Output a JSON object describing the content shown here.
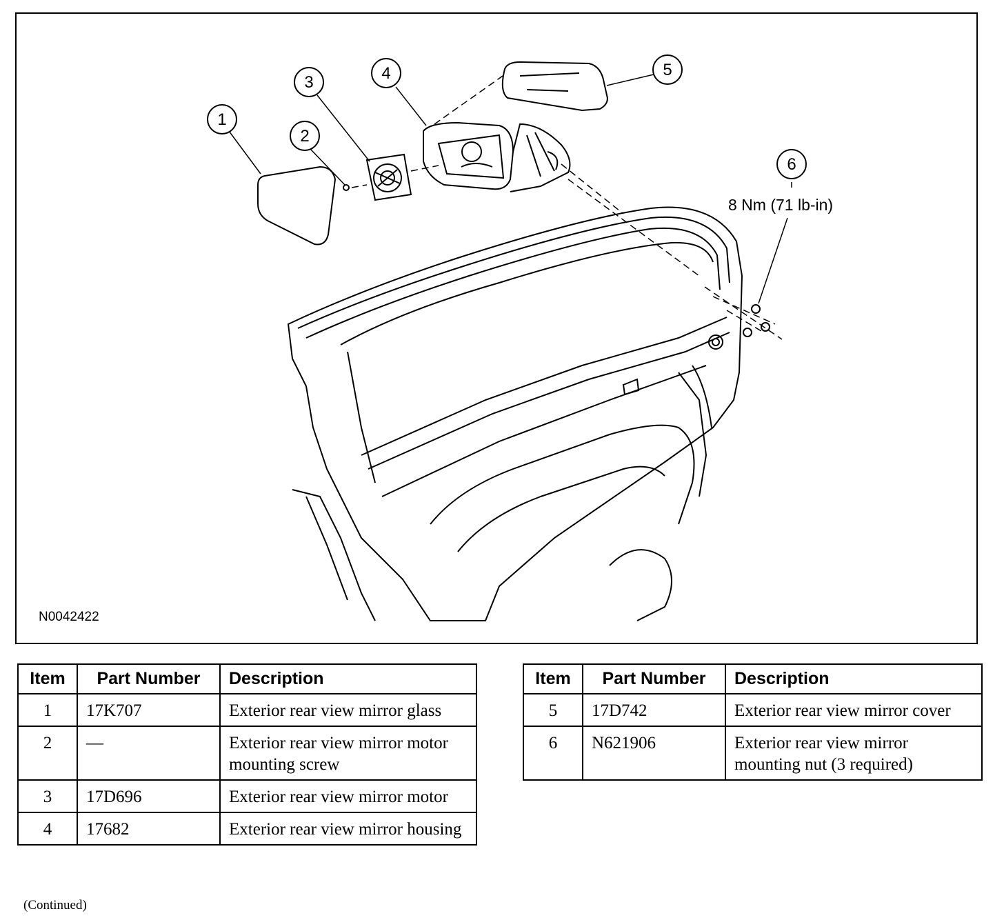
{
  "figure": {
    "id": "N0042422",
    "torque_spec": "8 Nm (71 lb-in)",
    "callouts": [
      "1",
      "2",
      "3",
      "4",
      "5",
      "6"
    ]
  },
  "tables": {
    "headers": {
      "item": "Item",
      "part_number": "Part Number",
      "description": "Description"
    },
    "left_rows": [
      {
        "item": "1",
        "part_number": "17K707",
        "description": "Exterior rear view mirror glass"
      },
      {
        "item": "2",
        "part_number": "—",
        "description": "Exterior rear view mirror motor mounting screw"
      },
      {
        "item": "3",
        "part_number": "17D696",
        "description": "Exterior rear view mirror motor"
      },
      {
        "item": "4",
        "part_number": "17682",
        "description": "Exterior rear view mirror housing"
      }
    ],
    "right_rows": [
      {
        "item": "5",
        "part_number": "17D742",
        "description": "Exterior rear view mirror cover"
      },
      {
        "item": "6",
        "part_number": "N621906",
        "description": "Exterior rear view mirror mounting nut (3 required)"
      }
    ]
  },
  "footer": {
    "continued": "(Continued)"
  }
}
